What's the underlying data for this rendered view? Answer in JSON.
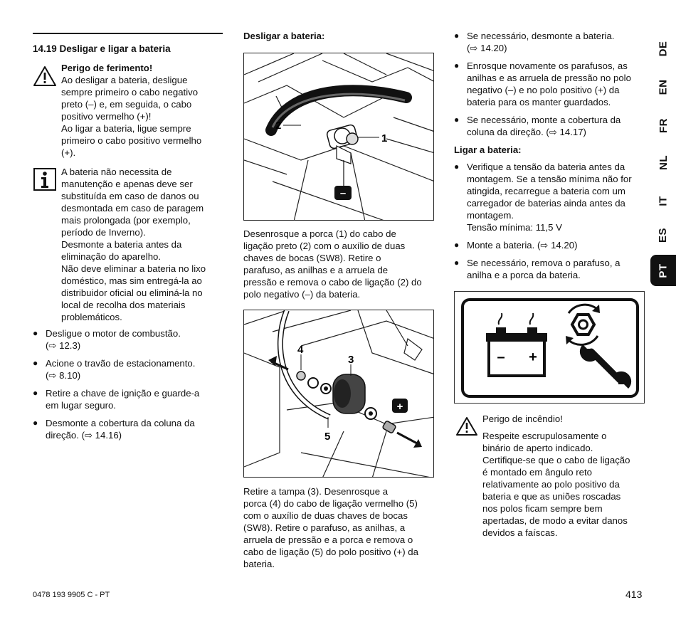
{
  "section": {
    "title": "14.19 Desligar e ligar a bateria"
  },
  "warning": {
    "heading": "Perigo de ferimento!",
    "text": "Ao desligar a bateria, desligue\nsempre primeiro o cabo negativo\npreto (–) e, em seguida, o cabo\npositivo vermelho (+)!\nAo ligar a bateria, ligue sempre\nprimeiro o cabo positivo vermelho\n(+)."
  },
  "info": {
    "text": "A bateria não necessita de\nmanutenção e apenas deve ser\nsubstituída em caso de danos ou\ndesmontada em caso de paragem\nmais prolongada (por exemplo,\nperíodo de Inverno).\nDesmonte a bateria antes da\neliminação do aparelho.\nNão deve eliminar a bateria no lixo\ndoméstico, mas sim entregá-la ao\ndistribuidor oficial ou eliminá-la no\nlocal de recolha dos materiais\nproblemáticos."
  },
  "left_bullets": [
    "Desligue o motor de combustão.\n(⇨ 12.3)",
    "Acione o travão de estacionamento.\n(⇨ 8.10)",
    "Retire a chave de ignição e guarde-a\nem lugar seguro.",
    "Desmonte a cobertura da coluna da\ndireção. (⇨ 14.16)"
  ],
  "middle": {
    "heading": "Desligar a bateria:",
    "fig1_labels": {
      "l1": "1",
      "l2": "2",
      "neg": "–"
    },
    "para1": "Desenrosque a porca (1) do cabo de\nligação preto (2) com o auxílio de duas\nchaves de bocas (SW8). Retire o\nparafuso, as anilhas e a arruela de\npressão e remova o cabo de ligação (2) do\npolo negativo (–) da bateria.",
    "fig2_labels": {
      "l3": "3",
      "l4": "4",
      "l5": "5",
      "pos": "+"
    },
    "para2": "Retire a tampa (3). Desenrosque a\nporca (4) do cabo de ligação vermelho (5)\ncom o auxílio de duas chaves de bocas\n(SW8). Retire o parafuso, as anilhas, a\narruela de pressão e a porca e remova o\ncabo de ligação (5) do polo positivo (+) da\nbateria."
  },
  "right": {
    "bullets_top": [
      "Se necessário, desmonte a bateria.\n(⇨ 14.20)",
      "Enrosque novamente os parafusos, as\nanilhas e as arruela de pressão no polo\nnegativo (–) e no polo positivo (+) da\nbateria para os manter guardados.",
      "Se necessário, monte a cobertura da\ncoluna da direção. (⇨ 14.17)"
    ],
    "heading": "Ligar a bateria:",
    "bullets_bottom": [
      "Verifique a tensão da bateria antes da\nmontagem. Se a tensão mínima não for\natingida, recarregue a bateria com um\ncarregador de baterias ainda antes da\nmontagem.\nTensão mínima: 11,5 V",
      "Monte a bateria. (⇨ 14.20)",
      "Se necessário, remova o parafuso, a\nanilha e a porca da bateria."
    ],
    "battery_symbol": {
      "minus": "–",
      "plus": "+"
    },
    "fire_heading": "Perigo de incêndio!",
    "fire_text": "Respeite escrupulosamente o\nbinário de aperto indicado.\nCertifique-se que o cabo de ligação\né montado em ângulo reto\nrelativamente ao polo positivo da\nbateria e que as uniões roscadas\nnos polos ficam sempre bem\napertadas, de modo a evitar danos\ndevidos a faíscas."
  },
  "languages": [
    "DE",
    "EN",
    "FR",
    "NL",
    "IT",
    "ES",
    "PT"
  ],
  "active_language": "PT",
  "footer": {
    "doc_code": "0478 193 9905 C - PT",
    "page_number": "413"
  },
  "colors": {
    "ink": "#111111",
    "tab_active_bg": "#111111",
    "tab_active_fg": "#ffffff"
  }
}
